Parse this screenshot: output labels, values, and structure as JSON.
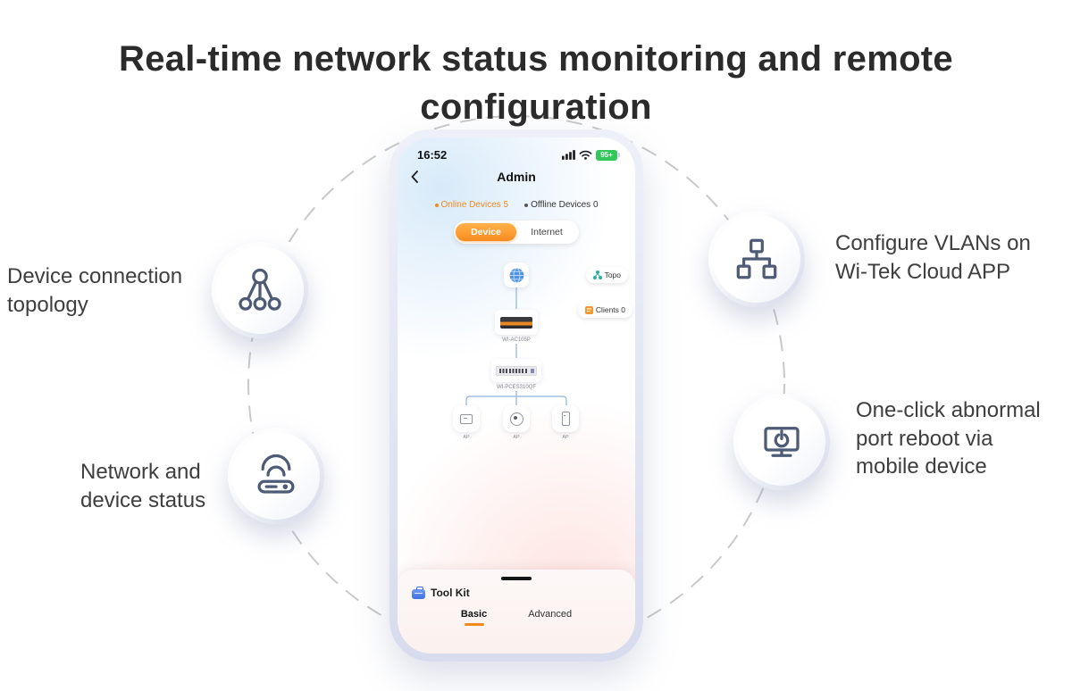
{
  "title": "Real-time network status monitoring and remote configuration",
  "callouts": {
    "topology": {
      "label": "Device connection topology"
    },
    "network_status": {
      "label": "Network and device status"
    },
    "vlan": {
      "label": "Configure VLANs on Wi-Tek Cloud APP"
    },
    "reboot": {
      "label": "One-click abnormal port reboot via mobile device"
    }
  },
  "phone": {
    "status_bar": {
      "time": "16:52",
      "battery": "95+"
    },
    "nav": {
      "title": "Admin"
    },
    "counts": {
      "online": "Online Devices 5",
      "offline": "Offline Devices 0"
    },
    "segmented": {
      "device": "Device",
      "internet": "Internet"
    },
    "map_buttons": {
      "topo": "Topo",
      "clients": "Clients 0"
    },
    "topology": {
      "router_label": "WI-AC105P",
      "switch_label": "WI-PCES310QF",
      "ap_labels": [
        "AP",
        "AP",
        "AP"
      ]
    },
    "toolkit": {
      "title": "Tool Kit",
      "tab_basic": "Basic",
      "tab_advanced": "Advanced"
    }
  },
  "colors": {
    "accent_orange": "#f18a1d",
    "connector_blue": "#8fb3de",
    "icon_stroke": "#4e5b77",
    "battery_green": "#32c759"
  }
}
